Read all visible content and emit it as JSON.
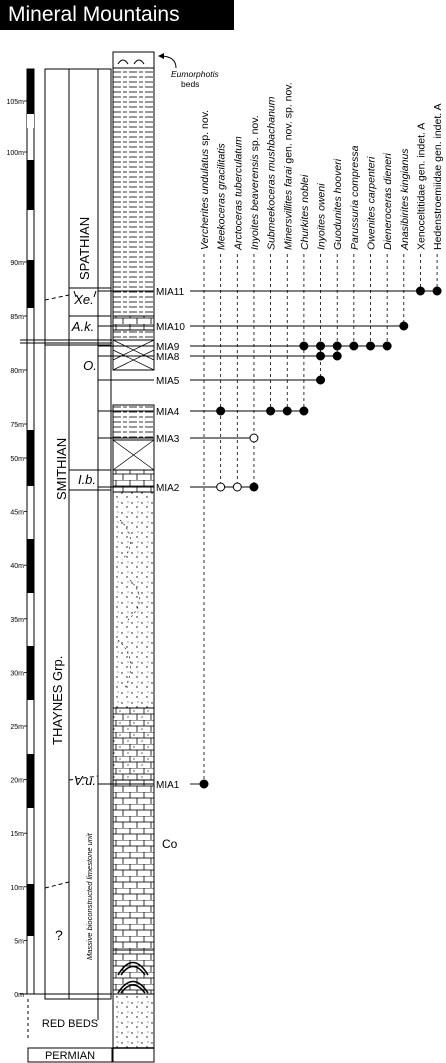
{
  "title": "Mineral Mountains",
  "scale": {
    "unit": "m",
    "ticks": [
      {
        "value": 0,
        "label": "0m"
      },
      {
        "value": 5,
        "label": "5m"
      },
      {
        "value": 10,
        "label": "10m"
      },
      {
        "value": 15,
        "label": "15m"
      },
      {
        "value": 20,
        "label": "20m"
      },
      {
        "value": 25,
        "label": "25m"
      },
      {
        "value": 30,
        "label": "30m"
      },
      {
        "value": 35,
        "label": "35m"
      },
      {
        "value": 40,
        "label": "40m"
      },
      {
        "value": 45,
        "label": "45m"
      },
      {
        "value": 50,
        "label": "50m"
      },
      {
        "value": 75,
        "label": "75m"
      },
      {
        "value": 80,
        "label": "80m"
      },
      {
        "value": 85,
        "label": "85m"
      },
      {
        "value": 90,
        "label": "90m"
      },
      {
        "value": 100,
        "label": "100m"
      },
      {
        "value": 105,
        "label": "105m"
      }
    ]
  },
  "units": {
    "group": "THAYNES Grp.",
    "red_beds": "RED BEDS",
    "permian": "PERMIAN"
  },
  "stages": {
    "spathian": "SPATHIAN",
    "smithian": "SMITHIAN",
    "unknown": "?"
  },
  "zones": [
    {
      "id": "xe",
      "label": "Xe."
    },
    {
      "id": "ak",
      "label": "A.k."
    },
    {
      "id": "o",
      "label": "O."
    },
    {
      "id": "ib",
      "label": "I.b."
    },
    {
      "id": "vu",
      "label": "V.u."
    }
  ],
  "annotations": {
    "eumorphotis": "Eumorphotis beds",
    "limestone": "Massive bioconstructed limestone unit",
    "co": "Co"
  },
  "beds": [
    {
      "id": "MIA11",
      "label": "MIA11"
    },
    {
      "id": "MIA10",
      "label": "MIA10"
    },
    {
      "id": "MIA9",
      "label": "MIA9"
    },
    {
      "id": "MIA8",
      "label": "MIA8"
    },
    {
      "id": "MIA5",
      "label": "MIA5"
    },
    {
      "id": "MIA4",
      "label": "MIA4"
    },
    {
      "id": "MIA3",
      "label": "MIA3"
    },
    {
      "id": "MIA2",
      "label": "MIA2"
    },
    {
      "id": "MIA1",
      "label": "MIA1"
    }
  ],
  "taxa": [
    {
      "name": "Vercherites undulatus",
      "suffix": " sp. nov.",
      "italic": true,
      "occurrences": [
        {
          "bed": "MIA1",
          "filled": true
        }
      ]
    },
    {
      "name": "Meekoceras gracilitatis",
      "suffix": "",
      "italic": true,
      "occurrences": [
        {
          "bed": "MIA4",
          "filled": true
        },
        {
          "bed": "MIA2",
          "filled": false
        }
      ]
    },
    {
      "name": "Arctoceras tuberculatum",
      "suffix": "",
      "italic": true,
      "occurrences": [
        {
          "bed": "MIA2",
          "filled": false
        }
      ]
    },
    {
      "name": "Inyoites beaverensis",
      "suffix": " sp. nov.",
      "italic": true,
      "occurrences": [
        {
          "bed": "MIA3",
          "filled": false
        },
        {
          "bed": "MIA2",
          "filled": true
        }
      ]
    },
    {
      "name": "Submeekoceras mushbachanum",
      "suffix": "",
      "italic": true,
      "occurrences": [
        {
          "bed": "MIA4",
          "filled": true
        }
      ]
    },
    {
      "name": "Minersvillites farai",
      "suffix": " gen. nov. sp. nov.",
      "italic": true,
      "occurrences": [
        {
          "bed": "MIA4",
          "filled": true
        }
      ]
    },
    {
      "name": "Churkites noblei",
      "suffix": "",
      "italic": true,
      "occurrences": [
        {
          "bed": "MIA9",
          "filled": true
        },
        {
          "bed": "MIA4",
          "filled": true
        }
      ]
    },
    {
      "name": "Inyoites oweni",
      "suffix": "",
      "italic": true,
      "occurrences": [
        {
          "bed": "MIA9",
          "filled": true
        },
        {
          "bed": "MIA8",
          "filled": true
        },
        {
          "bed": "MIA5",
          "filled": true
        }
      ]
    },
    {
      "name": "Guodunites hooveri",
      "suffix": "",
      "italic": true,
      "occurrences": [
        {
          "bed": "MIA9",
          "filled": true
        },
        {
          "bed": "MIA8",
          "filled": true
        }
      ]
    },
    {
      "name": "Parussuria compressa",
      "suffix": "",
      "italic": true,
      "occurrences": [
        {
          "bed": "MIA9",
          "filled": true
        }
      ]
    },
    {
      "name": "Owenites carpenteri",
      "suffix": "",
      "italic": true,
      "occurrences": [
        {
          "bed": "MIA9",
          "filled": true
        }
      ]
    },
    {
      "name": "Dieneroceras dieneri",
      "suffix": "",
      "italic": true,
      "occurrences": [
        {
          "bed": "MIA9",
          "filled": true
        }
      ]
    },
    {
      "name": "Anasibirites kingianus",
      "suffix": "",
      "italic": true,
      "occurrences": [
        {
          "bed": "MIA10",
          "filled": true
        }
      ]
    },
    {
      "name": "Xenoceltitidae",
      "suffix": " gen. indet. A",
      "italic": false,
      "occurrences": [
        {
          "bed": "MIA11",
          "filled": true
        }
      ]
    },
    {
      "name": "Hedenstroemiidae",
      "suffix": " gen. indet. A",
      "italic": false,
      "occurrences": [
        {
          "bed": "MIA11",
          "filled": true
        }
      ]
    }
  ]
}
